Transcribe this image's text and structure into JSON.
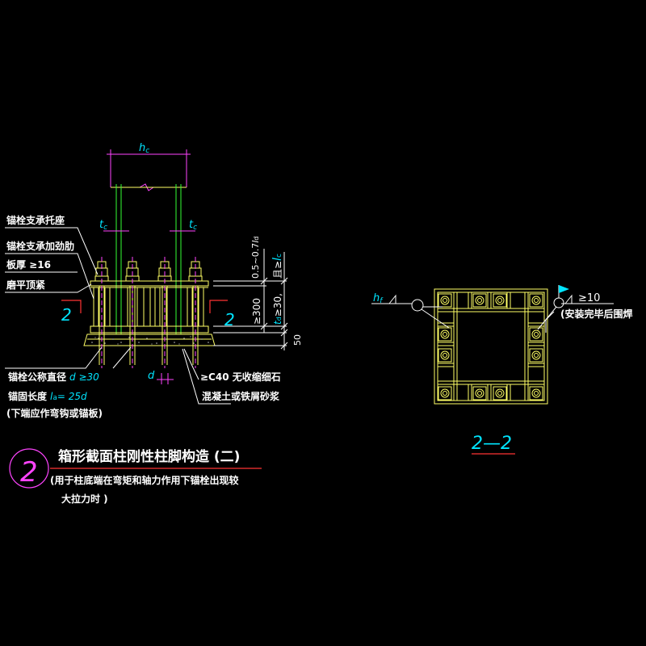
{
  "colors": {
    "background": "#000000",
    "outline": "#ffff66",
    "column": "#33ff33",
    "dimension": "#ff44ff",
    "text": "#ffffff",
    "symbol": "#00e5ff",
    "section_mark": "#ff3333"
  },
  "detail_left": {
    "dim_hc": "h",
    "dim_hc_sub": "c",
    "tc_left": "t",
    "tc_left_sub": "c",
    "tc_right": "t",
    "tc_right_sub": "c",
    "label_bracket": "锚栓支承托座",
    "label_stiffener": "锚栓支承加劲肋",
    "label_plate_thk": "板厚 ≥16",
    "label_milled": "磨平顶紧",
    "section_left": "2",
    "section_right": "2",
    "dim_top": "0.5~0.7",
    "dim_top_ld": "l",
    "dim_top_ld_sub": "d",
    "dim_ge_lc": "且≥",
    "dim_ge_lc_l": "l",
    "dim_ge_lc_sub": "c",
    "dim_300": "≥300",
    "dim_ld30": "t",
    "dim_ld30_sub": "d",
    "dim_ld30_tail": "≥30,",
    "dim_50": "50",
    "label_bolt_dia": "锚栓公称直径",
    "label_bolt_dia_val": "d ≥30",
    "label_anchor_len": "锚固长度",
    "label_anchor_len_val": "l",
    "label_anchor_len_sub": "a",
    "label_anchor_len_tail": "= 25d",
    "label_hook": "(下端应作弯钩或锚板)",
    "dim_d": "d",
    "label_grout1": "≥C40 无收缩细石",
    "label_grout2": "混凝土或铁屑砂浆"
  },
  "detail_right": {
    "weld_hf": "h",
    "weld_hf_sub": "f",
    "weld_ge10": "≥10",
    "weld_note": "(安装完毕后围焊",
    "section_title": "2—2"
  },
  "title_block": {
    "number": "2",
    "title": "箱形截面柱刚性柱脚构造 (二)",
    "note_line1": "(用于柱底端在弯矩和轴力作用下锚栓出现较",
    "note_line2": "大拉力时 )"
  }
}
